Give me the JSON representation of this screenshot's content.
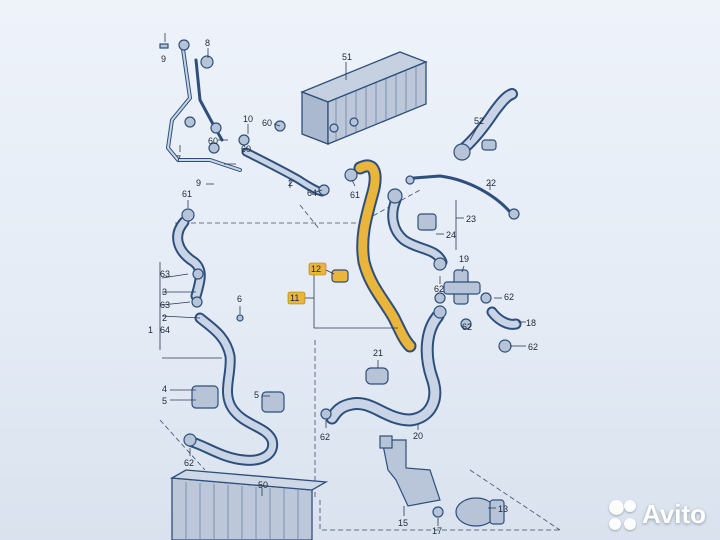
{
  "labels": {
    "l1": "1",
    "l2a": "2",
    "l2b": "2",
    "l3": "3",
    "l4": "4",
    "l5": "5",
    "l6": "6",
    "l7": "7",
    "l8": "8",
    "l9a": "9",
    "l9b": "9",
    "l10": "10",
    "l11": "11",
    "l12": "12",
    "l13": "13",
    "l15": "15",
    "l17": "17",
    "l18": "18",
    "l19": "19",
    "l20": "20",
    "l21": "21",
    "l22": "22",
    "l23": "23",
    "l24": "24",
    "l50": "50",
    "l51": "51",
    "l52": "52",
    "l60a": "60",
    "l60b": "60",
    "l60c": "60",
    "l61a": "61",
    "l61b": "61",
    "l62a": "62",
    "l62b": "62",
    "l62c": "62",
    "l62d": "62",
    "l62e": "62",
    "l62f": "62",
    "l63a": "63",
    "l63b": "63",
    "l64a": "64",
    "l64b": "64"
  },
  "highlight_color": "#e9b53a",
  "hose_color": "#2e4f7c",
  "watermark": {
    "text": "Avito",
    "icon": "avito-logo-icon"
  }
}
